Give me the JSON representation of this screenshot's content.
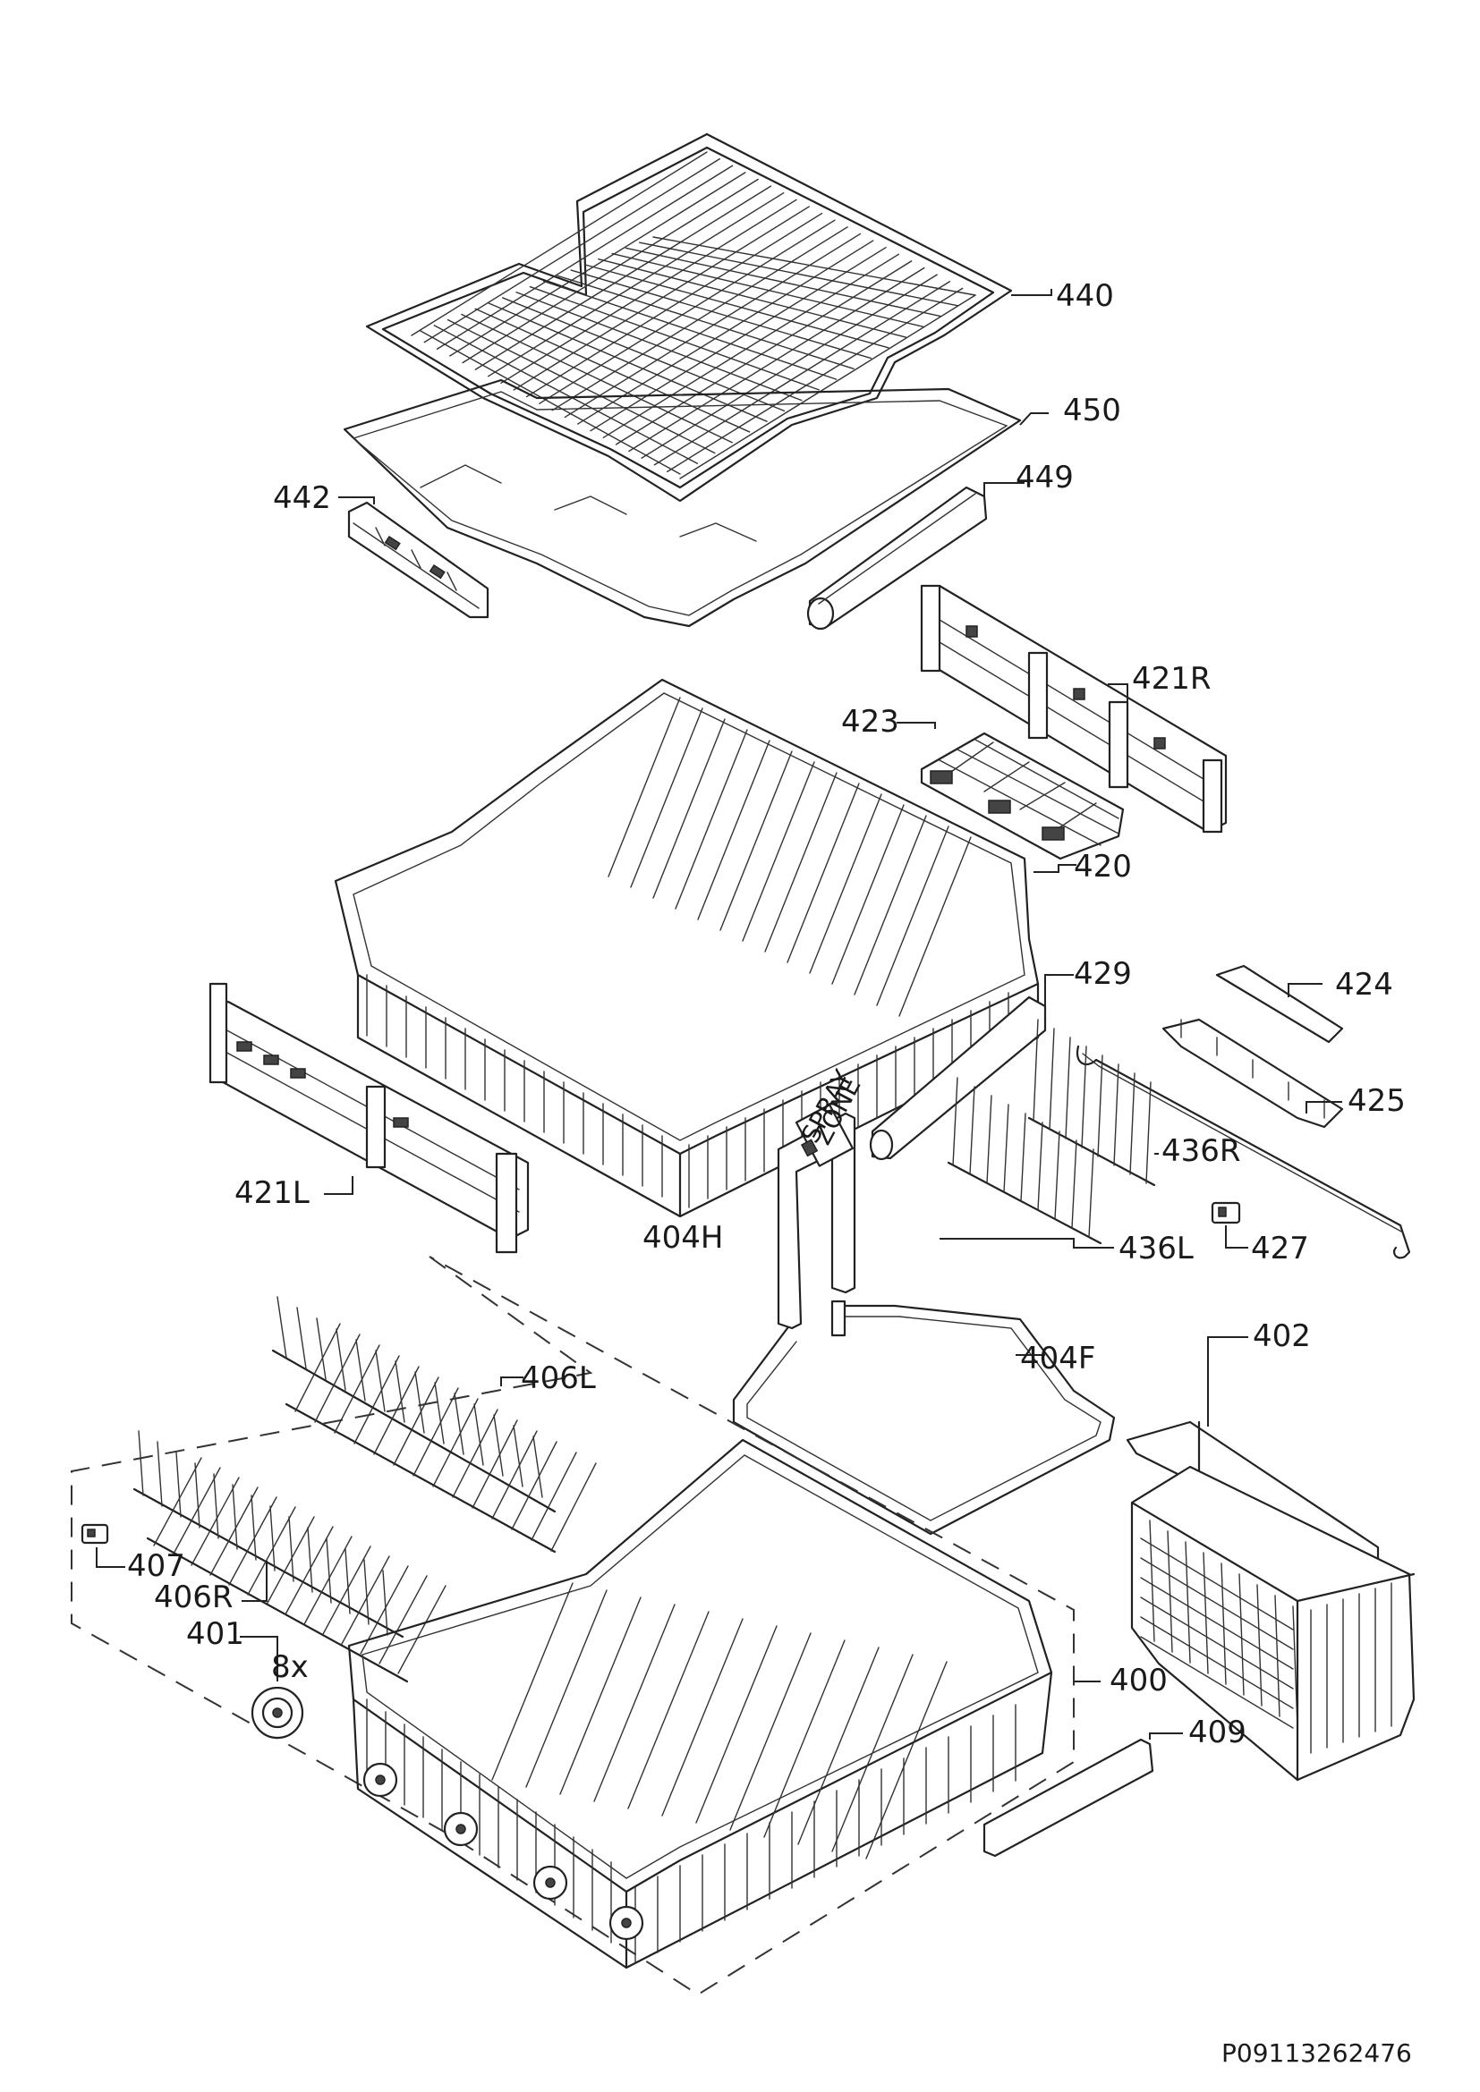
{
  "document_number": "P09113262476",
  "callouts": {
    "c440": "440",
    "c450": "450",
    "c449": "449",
    "c442": "442",
    "c421R": "421R",
    "c423": "423",
    "c420": "420",
    "c429": "429",
    "c424": "424",
    "c425": "425",
    "c436R": "436R",
    "c421L": "421L",
    "c404H": "404H",
    "c436L": "436L",
    "c427": "427",
    "c402": "402",
    "c404F": "404F",
    "c406L": "406L",
    "c407": "407",
    "c406R": "406R",
    "c401": "401",
    "c401qty": "8x",
    "c400": "400",
    "c409": "409"
  },
  "spray_arm_marking": {
    "line1": "SPRAY",
    "line2": "ZONE"
  },
  "colors": {
    "ink": "#222222",
    "paper": "#ffffff"
  }
}
